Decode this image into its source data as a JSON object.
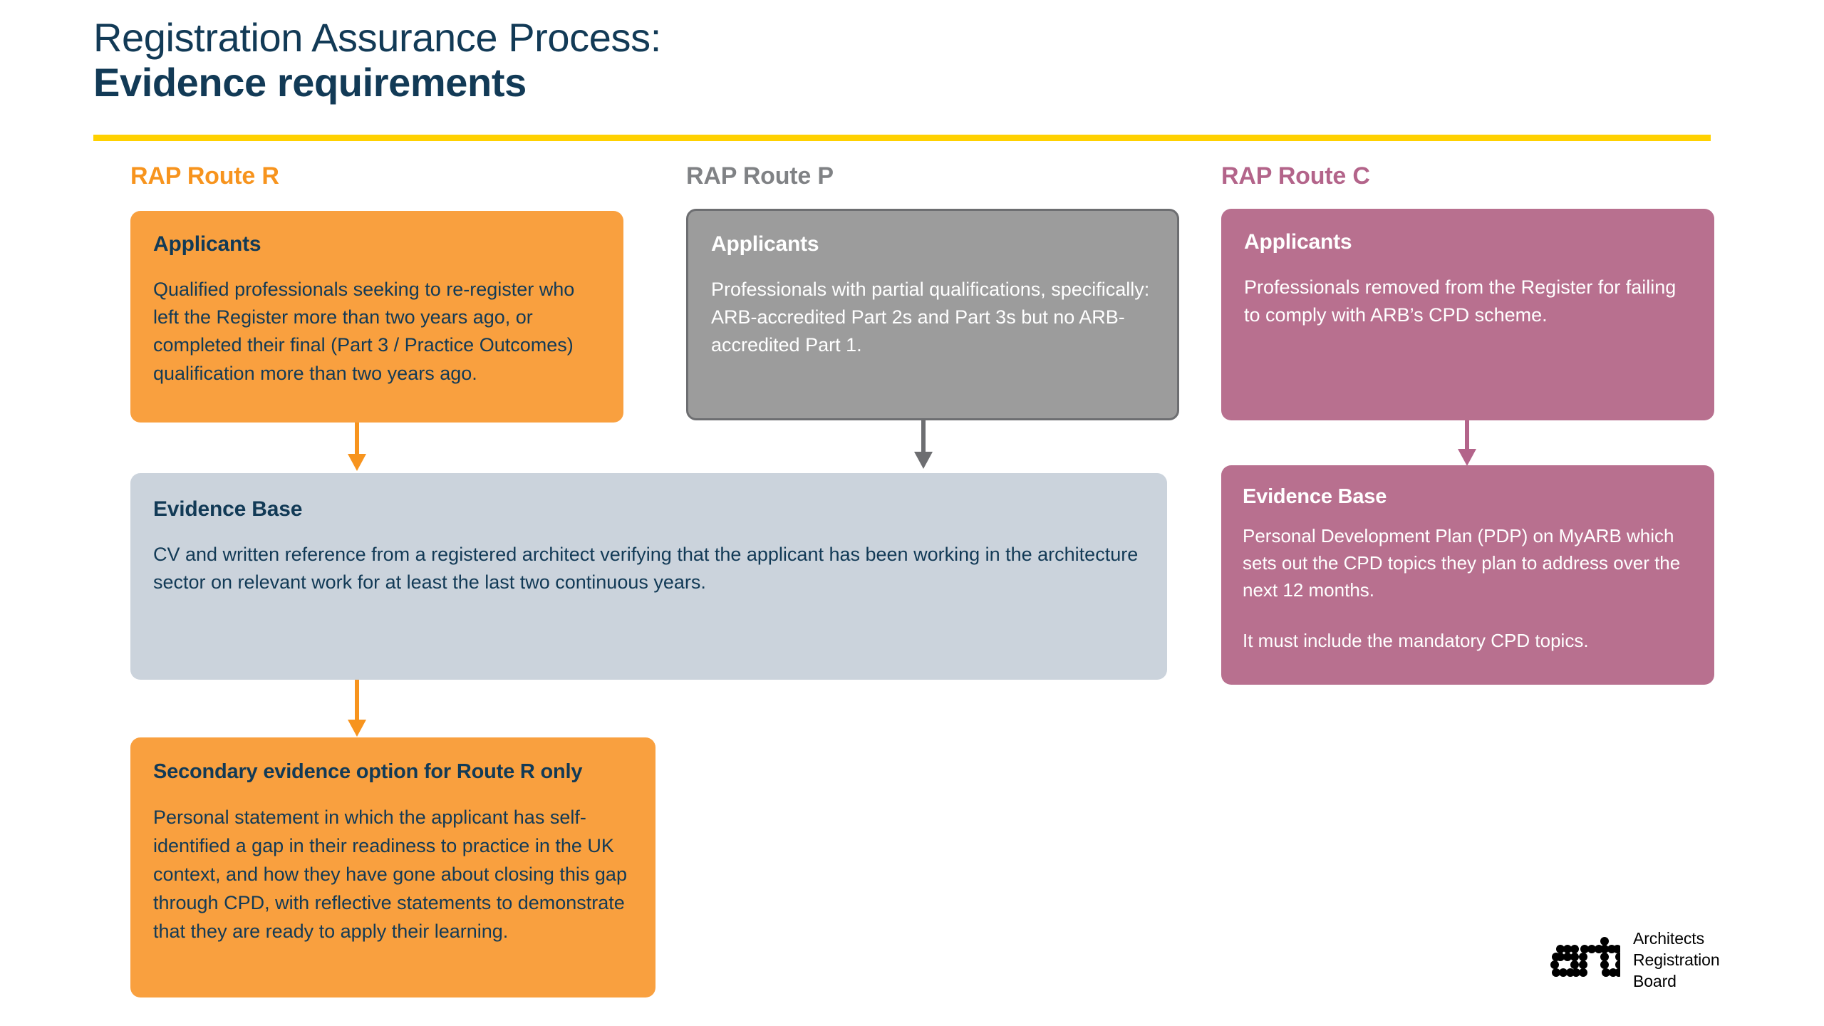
{
  "header": {
    "title_line1": "Registration Assurance Process:",
    "title_line2": "Evidence requirements",
    "divider_color": "#FFD100",
    "title_color": "#123A56"
  },
  "columns": [
    {
      "id": "route-r",
      "header": "RAP Route R",
      "header_color": "#F7941E",
      "accent_color": "#F9A03F"
    },
    {
      "id": "route-p",
      "header": "RAP Route P",
      "header_color": "#808285",
      "accent_color": "#9C9C9C"
    },
    {
      "id": "route-c",
      "header": "RAP Route C",
      "header_color": "#B3648A",
      "accent_color": "#B8708F"
    }
  ],
  "cards": {
    "applicants_r": {
      "title": "Applicants",
      "body": "Qualified professionals seeking to re-register who left the Register more than two years ago, or completed their final (Part 3 / Practice Outcomes) qualification more than two years ago.",
      "bg": "#F9A03F",
      "text_color": "#123A56"
    },
    "applicants_p": {
      "title": "Applicants",
      "body": "Professionals with partial qualifications, specifically: ARB-accredited Part 2s and Part 3s but no ARB-accredited Part 1.",
      "bg": "#9C9C9C",
      "border": "#6D6E71",
      "text_color": "#FFFFFF"
    },
    "applicants_c": {
      "title": "Applicants",
      "body": "Professionals removed from the Register for failing to comply with ARB’s CPD scheme.",
      "bg": "#B8708F",
      "text_color": "#FFFFFF"
    },
    "evidence_rp": {
      "title": "Evidence Base",
      "body": "CV and written reference from a registered architect verifying that the applicant has been working in the architecture sector on relevant work for at least the last two continuous years.",
      "bg": "#CBD3DC",
      "text_color": "#123A56"
    },
    "evidence_c": {
      "title": "Evidence Base",
      "body1": "Personal Development Plan (PDP) on MyARB which sets out the CPD topics they plan to address over the next 12 months.",
      "body2": "It must include the mandatory CPD topics.",
      "bg": "#B8708F",
      "text_color": "#FFFFFF"
    },
    "secondary_r": {
      "title": "Secondary evidence option for Route R only",
      "body": "Personal statement in which the applicant has self-identified a gap in their readiness to practice in the UK context, and how they have gone about closing this gap through CPD, with reflective statements to demonstrate that they are ready to apply their learning.",
      "bg": "#F9A03F",
      "text_color": "#123A56"
    }
  },
  "arrows": [
    {
      "id": "arrow-route-r-to-evidence",
      "color": "#F7941E"
    },
    {
      "id": "arrow-route-p-to-evidence",
      "color": "#6D6E71"
    },
    {
      "id": "arrow-route-c-to-evidence",
      "color": "#B3648A"
    },
    {
      "id": "arrow-evidence-to-secondary",
      "color": "#F7941E"
    }
  ],
  "logo": {
    "wordmark": "arb",
    "line1": "Architects",
    "line2": "Registration",
    "line3": "Board"
  }
}
